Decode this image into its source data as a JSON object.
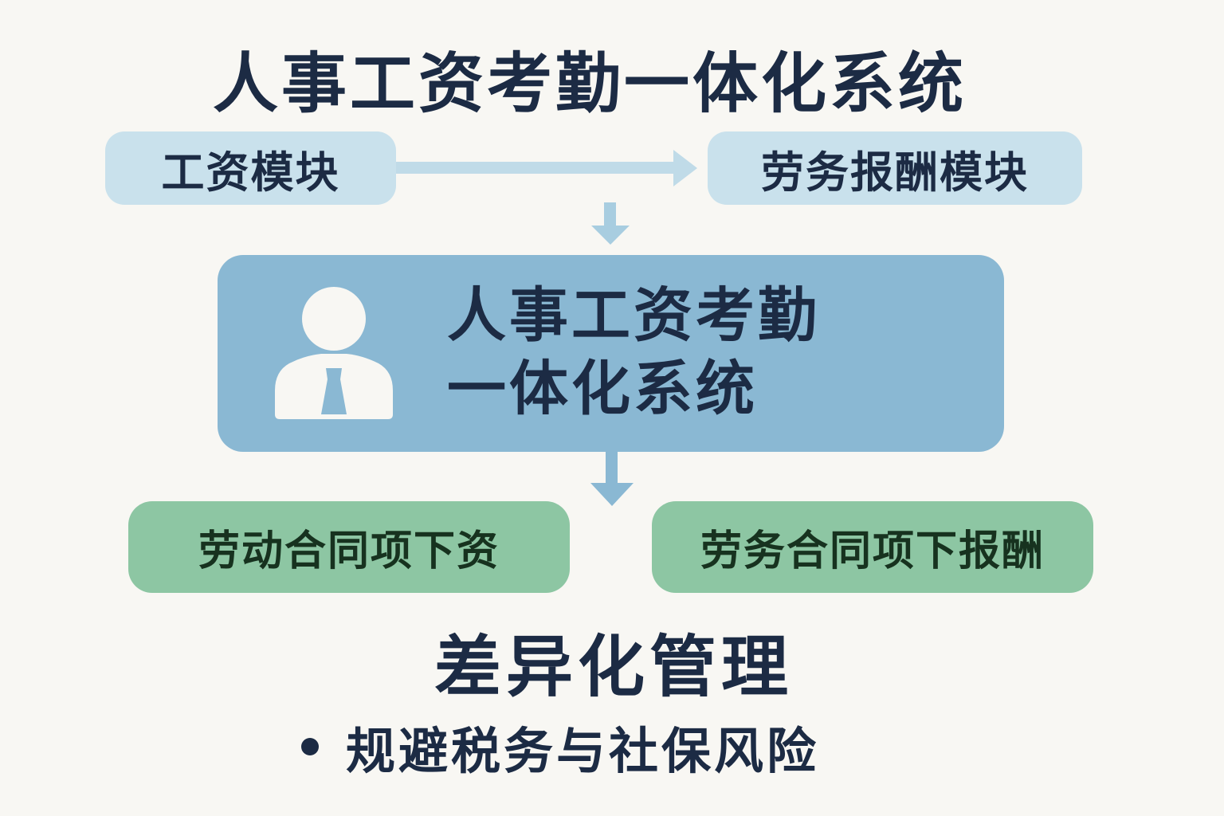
{
  "title": "人事工资考勤一体化系统",
  "modules": {
    "salary": "工资模块",
    "labor_service": "劳务报酬模块"
  },
  "central": {
    "line1": "人事工资考勤",
    "line2": "一体化系统",
    "icon": "user-with-tie-icon"
  },
  "outputs": {
    "labor_contract": "劳动合同项下资",
    "service_contract": "劳务合同项下报酬"
  },
  "subtitle": "差异化管理",
  "bullets": [
    "规避税务与社保风险"
  ],
  "colors": {
    "text": "#1c2b44",
    "light_box": "#c9e1ec",
    "central_box": "#8ab8d3",
    "green_box": "#8dc6a3",
    "background": "#f8f7f3"
  }
}
